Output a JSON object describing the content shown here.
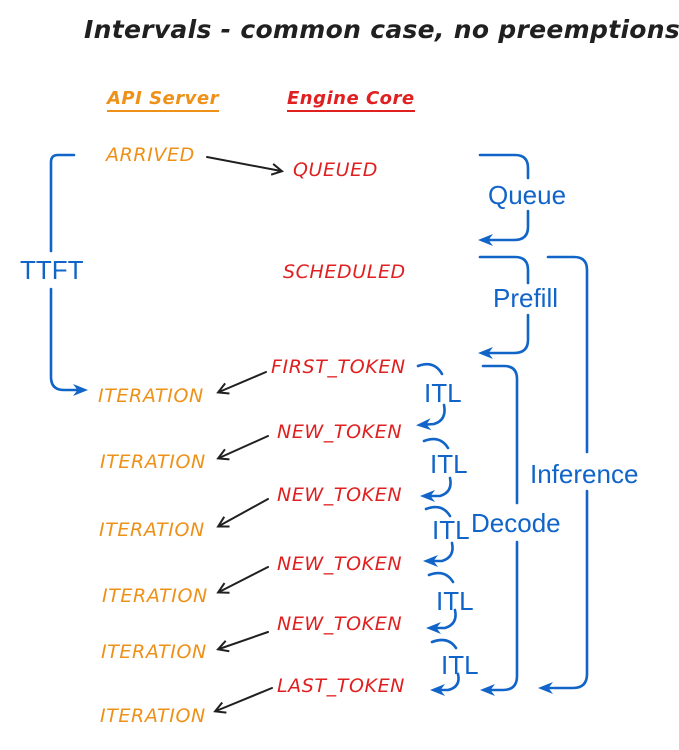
{
  "title": "Intervals - common case, no preemptions",
  "columns": {
    "api": {
      "header": "API Server"
    },
    "engine": {
      "header": "Engine Core"
    }
  },
  "api_events": [
    "ARRIVED",
    "ITERATION",
    "ITERATION",
    "ITERATION",
    "ITERATION",
    "ITERATION",
    "ITERATION"
  ],
  "engine_events": [
    "QUEUED",
    "SCHEDULED",
    "FIRST_TOKEN",
    "NEW_TOKEN",
    "NEW_TOKEN",
    "NEW_TOKEN",
    "NEW_TOKEN",
    "LAST_TOKEN"
  ],
  "interval_labels": {
    "ttft": "TTFT",
    "queue": "Queue",
    "prefill": "Prefill",
    "itl": [
      "ITL",
      "ITL",
      "ITL",
      "ITL",
      "ITL"
    ],
    "decode": "Decode",
    "inference": "Inference"
  },
  "colors": {
    "api_accent": "#EE9118",
    "engine_accent": "#E02020",
    "interval_accent": "#1164C8",
    "ink": "#202020",
    "background": "#FFFFFF"
  }
}
